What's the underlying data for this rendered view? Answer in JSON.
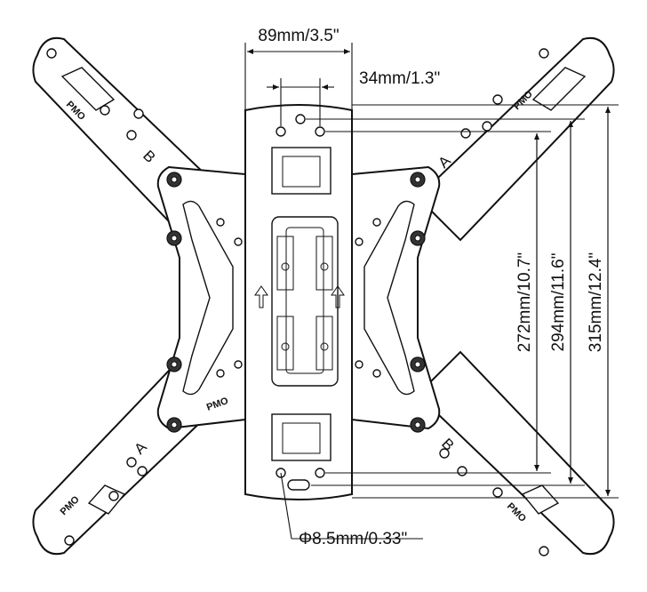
{
  "diagram": {
    "dimensions": {
      "width_outer": "89mm/3.5\"",
      "width_inner": "34mm/1.3\"",
      "height_a": "272mm/10.7\"",
      "height_b": "294mm/11.6\"",
      "height_c": "315mm/12.4\"",
      "hole_diameter": "Φ8.5mm/0.33\""
    },
    "arm_stamps": {
      "brand": "PMO",
      "letter_a": "A",
      "letter_b": "B"
    }
  }
}
